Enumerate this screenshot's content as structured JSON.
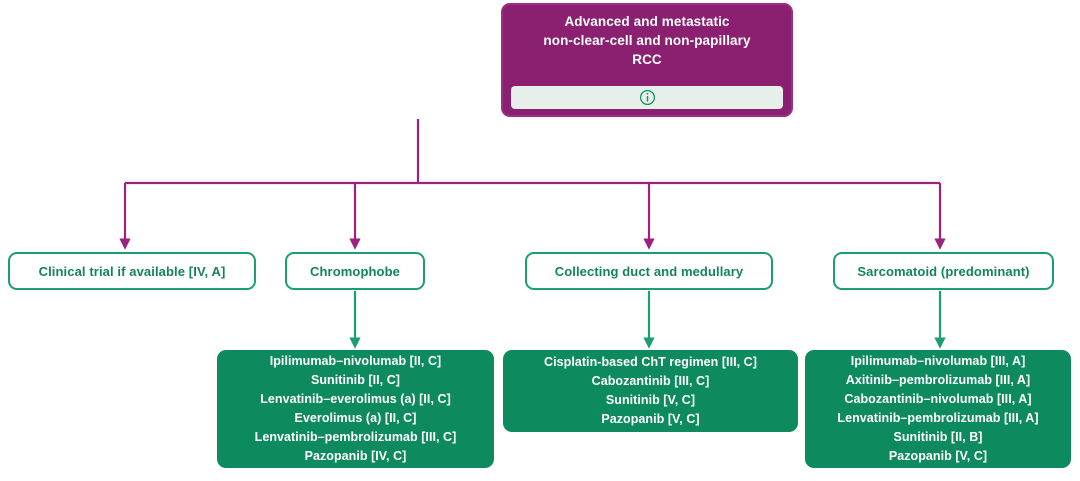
{
  "diagram": {
    "type": "clinical-treatment-flowchart",
    "colors": {
      "purple": "#8B2071",
      "purple_border": "#9C2F80",
      "green_fill": "#0E8A5F",
      "green_border": "#1C9E73",
      "green_text": "#13835D",
      "info_bar_bg": "#E6EFEA",
      "connector": "#9C2280",
      "connector_green": "#1C9E73",
      "white": "#FFFFFF"
    },
    "root": {
      "title_lines": [
        "Advanced and metastatic",
        "non-clear-cell and non-papillary",
        "RCC"
      ],
      "info_icon": "info-circle-icon"
    },
    "branches": [
      {
        "id": "clinical-trial",
        "label": "Clinical trial if available [IV, A]",
        "treatments": []
      },
      {
        "id": "chromophobe",
        "label": "Chromophobe",
        "treatments": [
          "Ipilimumab–nivolumab [II, C]",
          "Sunitinib [II, C]",
          "Lenvatinib–everolimus (a) [II, C]",
          "Everolimus (a) [II, C]",
          "Lenvatinib–pembrolizumab [III, C]",
          "Pazopanib [IV, C]"
        ]
      },
      {
        "id": "collecting-duct-and-medullary",
        "label": "Collecting duct and medullary",
        "treatments": [
          "Cisplatin-based ChT regimen [III, C]",
          "Cabozantinib [III, C]",
          "Sunitinib [V, C]",
          "Pazopanib [V, C]"
        ]
      },
      {
        "id": "sarcomatoid-predominant",
        "label": "Sarcomatoid (predominant)",
        "treatments": [
          "Ipilimumab–nivolumab [III, A]",
          "Axitinib–pembrolizumab [III, A]",
          "Cabozantinib–nivolumab [III, A]",
          "Lenvatinib–pembrolizumab [III, A]",
          "Sunitinib [II, B]",
          "Pazopanib [V, C]"
        ]
      }
    ]
  }
}
